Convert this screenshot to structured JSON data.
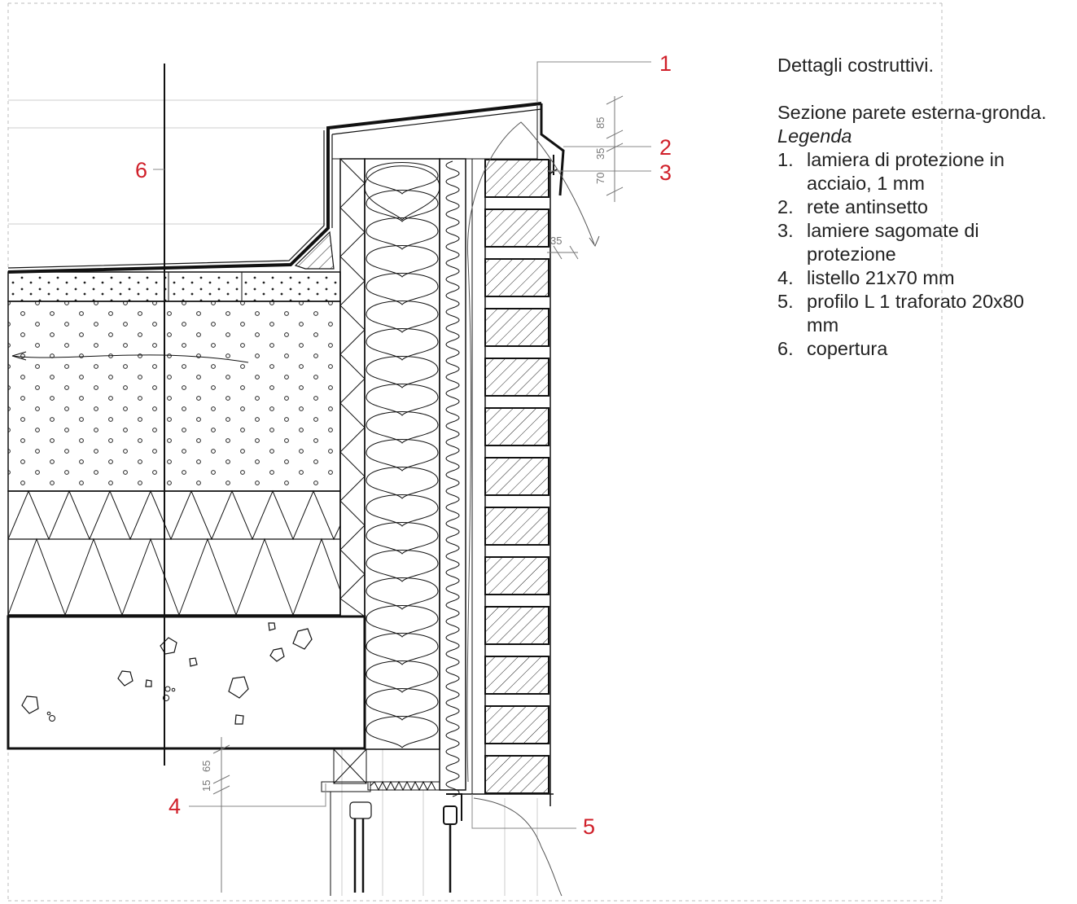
{
  "header": {
    "title": "Dettagli costruttivi.",
    "subtitle": "Sezione parete esterna-gronda.",
    "legend_heading": "Legenda"
  },
  "legend": [
    {
      "num": "1.",
      "text": "lamiera di protezione in acciaio, 1 mm"
    },
    {
      "num": "2.",
      "text": "rete antinsetto"
    },
    {
      "num": "3.",
      "text": "lamiere sagomate di protezione"
    },
    {
      "num": "4.",
      "text": "listello 21x70 mm"
    },
    {
      "num": "5.",
      "text": "profilo L 1 traforato 20x80 mm"
    },
    {
      "num": "6.",
      "text": "copertura"
    }
  ],
  "callouts": {
    "c1": "1",
    "c2": "2",
    "c3": "3",
    "c4": "4",
    "c5": "5",
    "c6": "6"
  },
  "dimensions": {
    "d85": "85",
    "d35a": "35",
    "d70": "70",
    "d35b": "35",
    "d15": "15",
    "d65": "65"
  },
  "colors": {
    "callout": "#d0202a",
    "line": "#111111",
    "guide": "#bbbbbb"
  }
}
